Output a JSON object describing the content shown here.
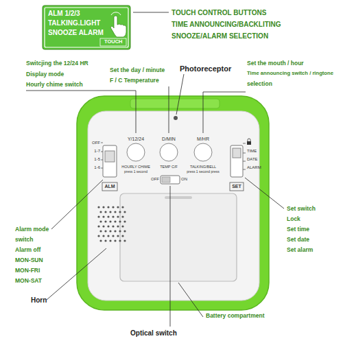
{
  "diagram": {
    "nodes": [
      {
        "text": [
          "ALM 1/2/3",
          "TALKING.LIGHT",
          "SNOOZE ALARM",
          "TOUCH"
        ]
      }
    ],
    "labels": [
      "TOUCH CONTROL BUTTONS",
      "TIME ANNOUNCING/BACKLITING",
      "SNOOZE/ALARM SELECTION",
      "Switcjing the 12/24 HR",
      "Display mode",
      "Hourly chime switch",
      "Set the day / minute",
      "F / C Temperature",
      "Photoreceptor",
      "Set the mouth / hour",
      "Time announcing switch / ringtone",
      "selection",
      "OFF",
      "1-7",
      "1-5",
      "1-6",
      "ALM",
      "Y/12/24",
      "HOURLY CHIME",
      "press 1 second",
      "D/MIN",
      "TEMP C/F",
      "M/HR",
      "TALKING/BELL",
      "press 1 second press",
      "OFF",
      "ON",
      "TIME",
      "DATE",
      "ALARM",
      "SET",
      "Alarm mode",
      "switch",
      "Alarm off",
      "MON-SUN",
      "MON-FRI",
      "MON-SAT",
      "Horn",
      "Battery compartment",
      "Optical switch",
      "Set switch",
      "Lock",
      "Set time",
      "Set date",
      "Set alarm"
    ]
  }
}
